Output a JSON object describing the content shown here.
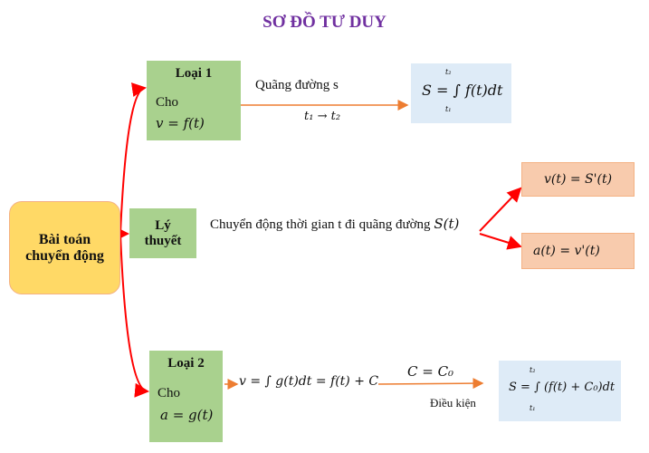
{
  "title": "SƠ ĐỒ TƯ DUY",
  "colors": {
    "title": "#7030A0",
    "main": "#FFD966",
    "green": "#A9D18E",
    "blue": "#DEEBF7",
    "peach": "#F8CBAD",
    "red": "#FF0000",
    "orange": "#ED7D31"
  },
  "main": {
    "line1": "Bài toán",
    "line2": "chuyển động"
  },
  "type1": {
    "title": "Loại 1",
    "given": "Cho",
    "formula": "v = f(t)",
    "edge_label": "Quãng đường s",
    "interval": "t₁ → t₂",
    "result": "S = ∫ f(t)dt",
    "lower": "t₁",
    "upper": "t₂"
  },
  "theory": {
    "title_line1": "Lý",
    "title_line2": "thuyết",
    "text": "Chuyển động thời gian t đi quãng đường",
    "symbol": "S(t)",
    "result1": "v(t) = S'(t)",
    "result2": "a(t) = v'(t)"
  },
  "type2": {
    "title": "Loại 2",
    "given": "Cho",
    "formula": "a = g(t)",
    "velocity": "v = ∫ g(t)dt = f(t) + C",
    "condition": "C = C₀",
    "condition_label": "Điều kiện",
    "result": "S = ∫ (f(t) + C₀)dt",
    "lower": "t₁",
    "upper": "t₂"
  }
}
